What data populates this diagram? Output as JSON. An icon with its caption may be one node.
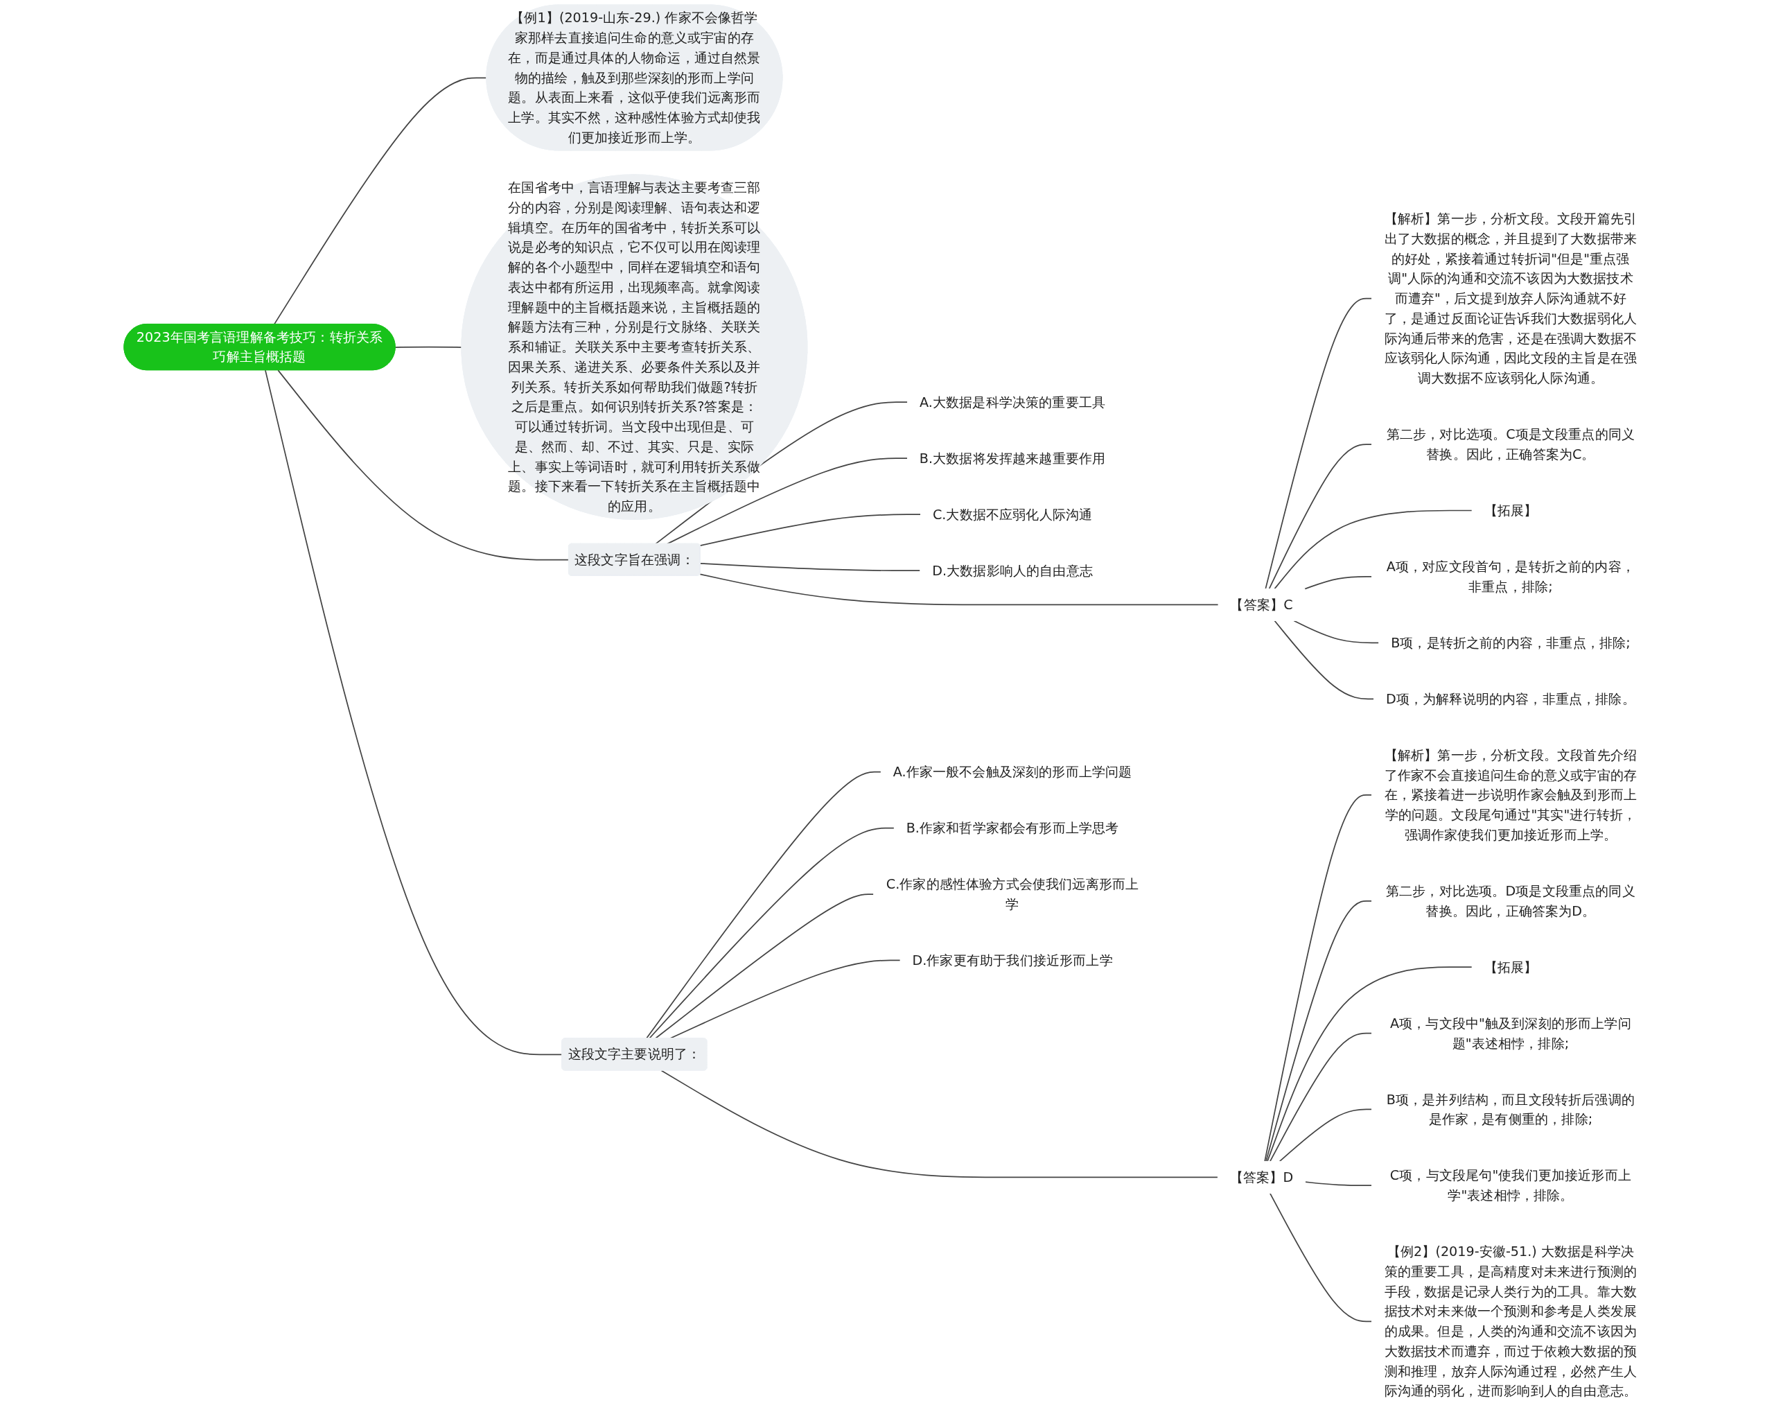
{
  "diagram": {
    "nodes": [
      {
        "text": [
          "2023年国考言语理解备考技巧：转折关系巧解主旨概括题"
        ]
      },
      {
        "text": [
          "【例1】(2019-山东-29.) 作家不会像哲学家那样去直接追问生命的意义或宇宙的存在，而是通过具体的人物命运，通过自然景物的描绘，触及到那些深刻的形而上学问题。从表面上来看，这似乎使我们远离形而上学。其实不然，这种感性体验方式却使我们更加接近形而上学。"
        ]
      },
      {
        "text": [
          "在国省考中，言语理解与表达主要考查三部分的内容，分别是阅读理解、语句表达和逻辑填空。在历年的国省考中，转折关系可以说是必考的知识点，它不仅可以用在阅读理解的各个小题型中，同样在逻辑填空和语句表达中都有所运用，出现频率高。就拿阅读理解题中的主旨概括题来说，主旨概括题的解题方法有三种，分别是行文脉络、关联关系和辅证。关联关系中主要考查转折关系、因果关系、递进关系、必要条件关系以及并列关系。转折关系如何帮助我们做题?转折之后是重点。如何识别转折关系?答案是：可以通过转折词。当文段中出现但是、可是、然而、却、不过、其实、只是、实际上、事实上等词语时，就可利用转折关系做题。接下来看一下转折关系在主旨概括题中的应用。"
        ]
      },
      {
        "text": [
          "这段文字旨在强调："
        ]
      },
      {
        "text": [
          "A.大数据是科学决策的重要工具"
        ]
      },
      {
        "text": [
          "B.大数据将发挥越来越重要作用"
        ]
      },
      {
        "text": [
          "C.大数据不应弱化人际沟通"
        ]
      },
      {
        "text": [
          "D.大数据影响人的自由意志"
        ]
      },
      {
        "text": [
          "【答案】C"
        ]
      },
      {
        "text": [
          "【解析】第一步，分析文段。文段开篇先引出了大数据的概念，并且提到了大数据带来的好处，紧接着通过转折词\"但是\"重点强调\"人际的沟通和交流不该因为大数据技术而遭弃\"，后文提到放弃人际沟通就不好了，是通过反面论证告诉我们大数据弱化人际沟通后带来的危害，还是在强调大数据不应该弱化人际沟通，因此文段的主旨是在强调大数据不应该弱化人际沟通。"
        ]
      },
      {
        "text": [
          "第二步，对比选项。C项是文段重点的同义替换。因此，正确答案为C。"
        ]
      },
      {
        "text": [
          "【拓展】"
        ]
      },
      {
        "text": [
          "A项，对应文段首句，是转折之前的内容，非重点，排除;"
        ]
      },
      {
        "text": [
          "B项，是转折之前的内容，非重点，排除;"
        ]
      },
      {
        "text": [
          "D项，为解释说明的内容，非重点，排除。"
        ]
      },
      {
        "text": [
          "这段文字主要说明了："
        ]
      },
      {
        "text": [
          "A.作家一般不会触及深刻的形而上学问题"
        ]
      },
      {
        "text": [
          "B.作家和哲学家都会有形而上学思考"
        ]
      },
      {
        "text": [
          "C.作家的感性体验方式会使我们远离形而上学"
        ]
      },
      {
        "text": [
          "D.作家更有助于我们接近形而上学"
        ]
      },
      {
        "text": [
          "【答案】D"
        ]
      },
      {
        "text": [
          "【解析】第一步，分析文段。文段首先介绍了作家不会直接追问生命的意义或宇宙的存在，紧接着进一步说明作家会触及到形而上学的问题。文段尾句通过\"其实\"进行转折，强调作家使我们更加接近形而上学。"
        ]
      },
      {
        "text": [
          "第二步，对比选项。D项是文段重点的同义替换。因此，正确答案为D。"
        ]
      },
      {
        "text": [
          "【拓展】"
        ]
      },
      {
        "text": [
          "A项，与文段中\"触及到深刻的形而上学问题\"表述相悖，排除;"
        ]
      },
      {
        "text": [
          "B项，是并列结构，而且文段转折后强调的是作家，是有侧重的，排除;"
        ]
      },
      {
        "text": [
          "C项，与文段尾句\"使我们更加接近形而上学\"表述相悖，排除。"
        ]
      },
      {
        "text": [
          "【例2】(2019-安徽-51.) 大数据是科学决策的重要工具，是高精度对未来进行预测的手段，数据是记录人类行为的工具。靠大数据技术对未来做一个预测和参考是人类发展的成果。但是，人类的沟通和交流不该因为大数据技术而遭弃，而过于依赖大数据的预测和推理，放弃人际沟通过程，必然产生人际沟通的弱化，进而影响到人的自由意志。"
        ]
      }
    ],
    "edges": [
      {
        "from": 0,
        "to": 1,
        "arrow": "none"
      },
      {
        "from": 0,
        "to": 2,
        "arrow": "none"
      },
      {
        "from": 0,
        "to": 3,
        "arrow": "none"
      },
      {
        "from": 3,
        "to": 4,
        "arrow": "none"
      },
      {
        "from": 3,
        "to": 5,
        "arrow": "none"
      },
      {
        "from": 3,
        "to": 6,
        "arrow": "none"
      },
      {
        "from": 3,
        "to": 7,
        "arrow": "none"
      },
      {
        "from": 3,
        "to": 8,
        "arrow": "none"
      },
      {
        "from": 8,
        "to": 9,
        "arrow": "none"
      },
      {
        "from": 8,
        "to": 10,
        "arrow": "none"
      },
      {
        "from": 8,
        "to": 11,
        "arrow": "none"
      },
      {
        "from": 8,
        "to": 12,
        "arrow": "none"
      },
      {
        "from": 8,
        "to": 13,
        "arrow": "none"
      },
      {
        "from": 8,
        "to": 14,
        "arrow": "none"
      },
      {
        "from": 0,
        "to": 15,
        "arrow": "none"
      },
      {
        "from": 15,
        "to": 16,
        "arrow": "none"
      },
      {
        "from": 15,
        "to": 17,
        "arrow": "none"
      },
      {
        "from": 15,
        "to": 18,
        "arrow": "none"
      },
      {
        "from": 15,
        "to": 19,
        "arrow": "none"
      },
      {
        "from": 15,
        "to": 20,
        "arrow": "none"
      },
      {
        "from": 20,
        "to": 21,
        "arrow": "none"
      },
      {
        "from": 20,
        "to": 22,
        "arrow": "none"
      },
      {
        "from": 20,
        "to": 23,
        "arrow": "none"
      },
      {
        "from": 20,
        "to": 24,
        "arrow": "none"
      },
      {
        "from": 20,
        "to": 25,
        "arrow": "none"
      },
      {
        "from": 20,
        "to": 26,
        "arrow": "none"
      },
      {
        "from": 20,
        "to": 27,
        "arrow": "none"
      }
    ]
  }
}
